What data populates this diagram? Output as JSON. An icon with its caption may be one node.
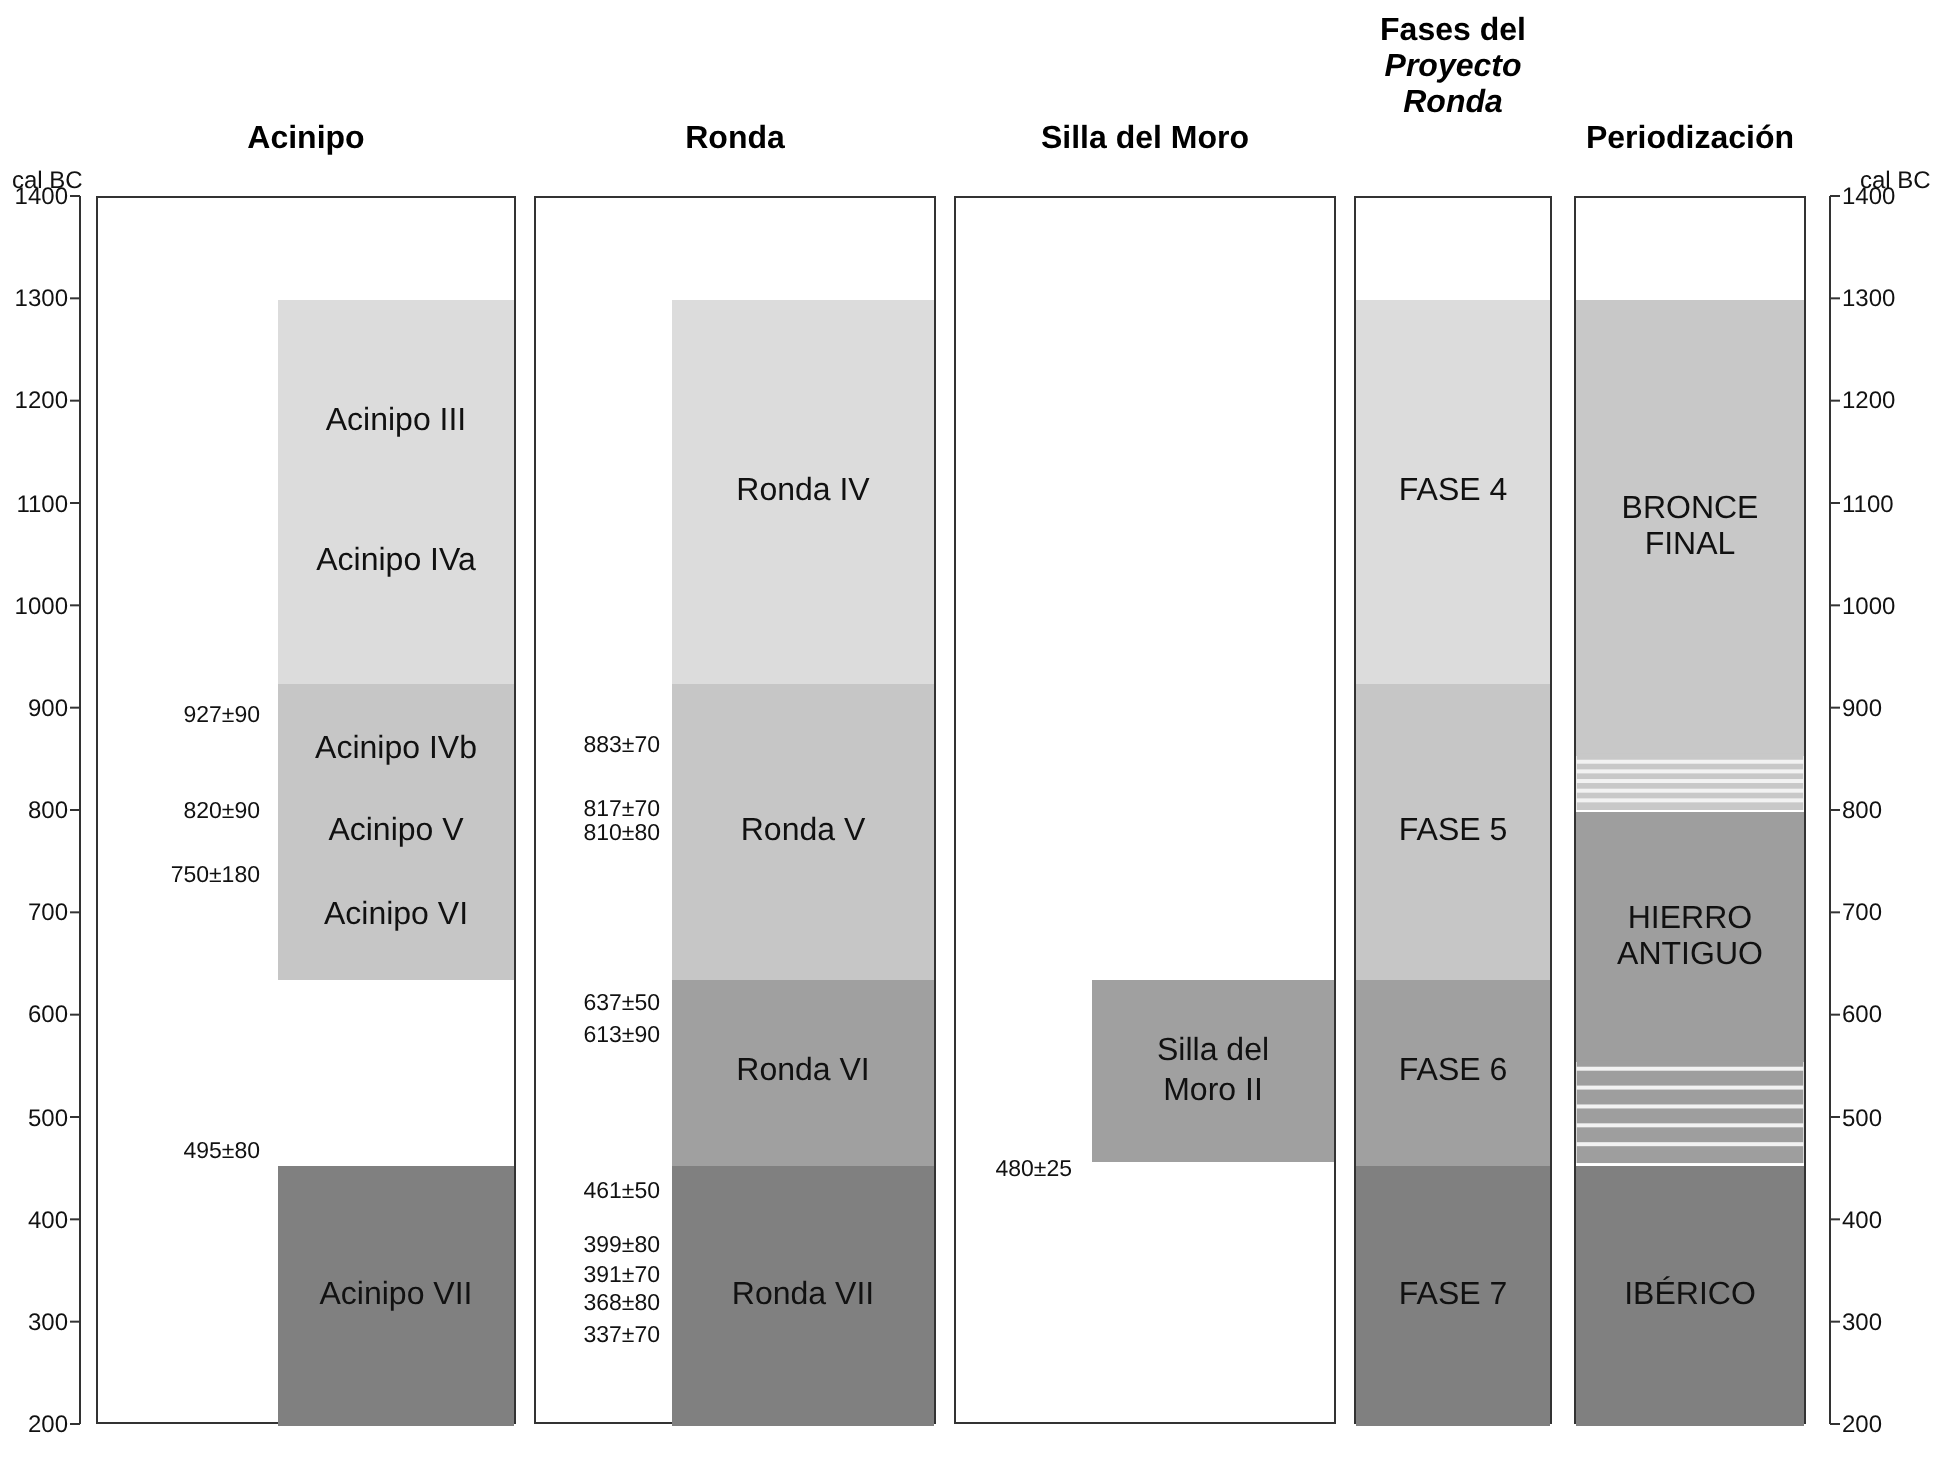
{
  "diagram": {
    "nodes": [
      {
        "text": [
          "Acinipo"
        ]
      },
      {
        "text": [
          "Acinipo III",
          "Acinipo IVa"
        ],
        "in": 0
      },
      {
        "text": [
          "Acinipo IVb",
          "Acinipo V",
          "Acinipo VI"
        ],
        "in": 0
      },
      {
        "text": [
          "Acinipo VII"
        ],
        "in": 0
      },
      {
        "text": [
          "Ronda"
        ]
      },
      {
        "text": [
          "Ronda IV"
        ],
        "in": 4
      },
      {
        "text": [
          "Ronda V"
        ],
        "in": 4
      },
      {
        "text": [
          "Ronda VI"
        ],
        "in": 4
      },
      {
        "text": [
          "Ronda VII"
        ],
        "in": 4
      },
      {
        "text": [
          "Silla del Moro"
        ]
      },
      {
        "text": [
          "Silla del Moro II"
        ],
        "in": 9
      },
      {
        "text": [
          "Fases del *Proyecto Ronda*"
        ]
      },
      {
        "text": [
          "FASE 4"
        ],
        "in": 11
      },
      {
        "text": [
          "FASE 5"
        ],
        "in": 11
      },
      {
        "text": [
          "FASE 6"
        ],
        "in": 11
      },
      {
        "text": [
          "FASE 7"
        ],
        "in": 11
      },
      {
        "text": [
          "Periodización"
        ]
      },
      {
        "text": [
          "BRONCE FINAL"
        ],
        "in": 16
      },
      {
        "text": [
          "HIERRO ANTIGUO"
        ],
        "in": 16
      },
      {
        "text": [
          "IBÉRICO"
        ],
        "in": 16
      }
    ],
    "labels": [
      "cal BC",
      "1400",
      "1300",
      "1200",
      "1100",
      "1000",
      "900",
      "800",
      "700",
      "600",
      "500",
      "400",
      "300",
      "200",
      "927±90",
      "820±90",
      "750±180",
      "495±80",
      "883±70",
      "817±70",
      "810±80",
      "637±50",
      "613±90",
      "461±50",
      "399±80",
      "391±70",
      "368±80",
      "337±70",
      "480±25",
      "cal BC",
      "1400",
      "1300",
      "1200",
      "1100",
      "1000",
      "900",
      "800",
      "700",
      "600",
      "500",
      "400",
      "300",
      "200"
    ]
  }
}
